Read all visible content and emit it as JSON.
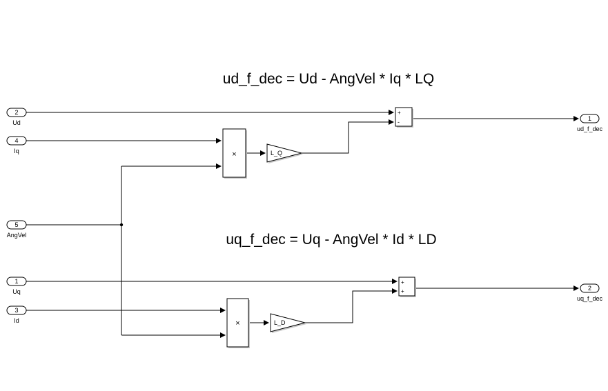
{
  "annotations": {
    "ud_equation": "ud_f_dec = Ud - AngVel * Iq * LQ",
    "uq_equation": "uq_f_dec = Uq - AngVel * Id * LD"
  },
  "inports": [
    {
      "number": "2",
      "name": "Ud"
    },
    {
      "number": "4",
      "name": "Iq"
    },
    {
      "number": "5",
      "name": "AngVel"
    },
    {
      "number": "1",
      "name": "Uq"
    },
    {
      "number": "3",
      "name": "Id"
    }
  ],
  "outports": [
    {
      "number": "1",
      "name": "ud_f_dec"
    },
    {
      "number": "2",
      "name": "uq_f_dec"
    }
  ],
  "blocks": {
    "product_top": {
      "symbol": "×"
    },
    "product_bottom": {
      "symbol": "×"
    },
    "gain_top": {
      "label": "L_Q"
    },
    "gain_bottom": {
      "label": "L_D"
    },
    "sum_top": {
      "signs": [
        "+",
        "-"
      ]
    },
    "sum_bottom": {
      "signs": [
        "+",
        "+"
      ]
    }
  }
}
